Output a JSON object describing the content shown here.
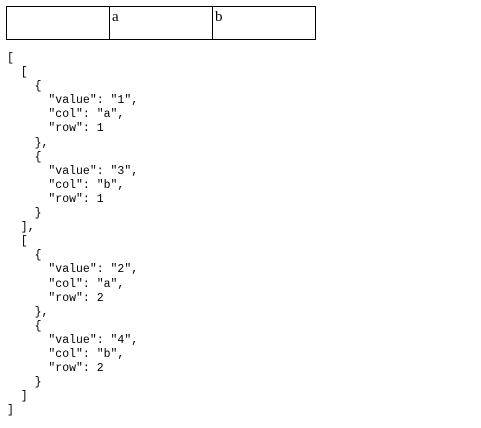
{
  "header_row": {
    "cells": [
      "",
      "a",
      "b"
    ]
  },
  "json_output": {
    "text": "[\n  [\n    {\n      \"value\": \"1\",\n      \"col\": \"a\",\n      \"row\": 1\n    },\n    {\n      \"value\": \"3\",\n      \"col\": \"b\",\n      \"row\": 1\n    }\n  ],\n  [\n    {\n      \"value\": \"2\",\n      \"col\": \"a\",\n      \"row\": 2\n    },\n    {\n      \"value\": \"4\",\n      \"col\": \"b\",\n      \"row\": 2\n    }\n  ]\n]"
  }
}
